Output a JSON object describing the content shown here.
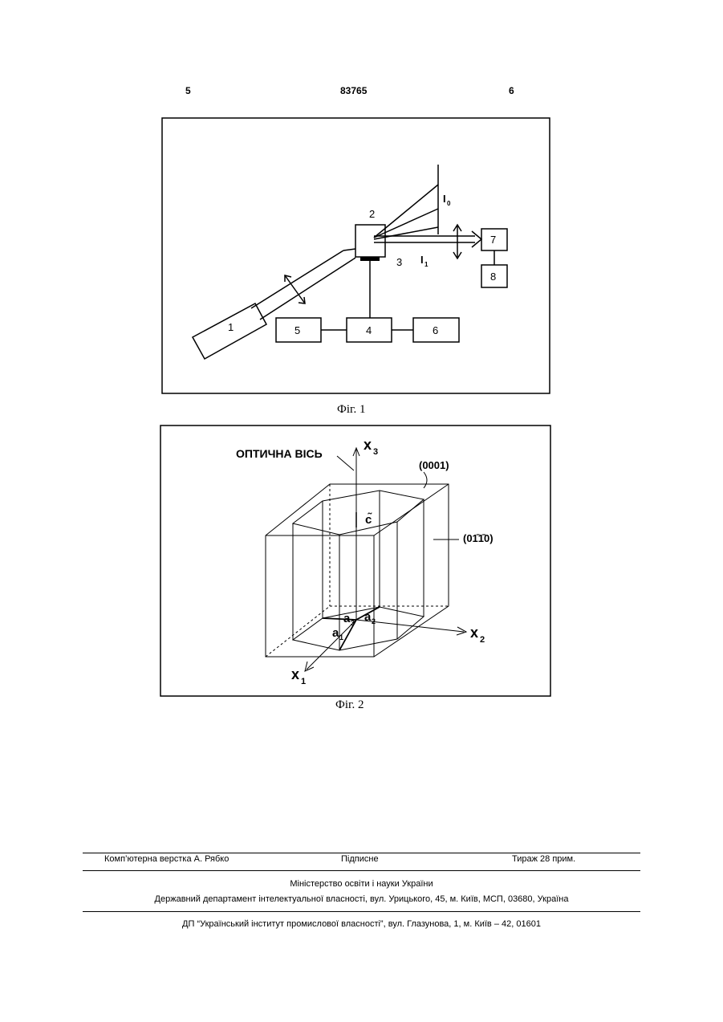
{
  "header": {
    "page_left": "5",
    "patent_number": "83765",
    "page_right": "6"
  },
  "figure1": {
    "caption": "Фіг. 1",
    "labels": {
      "b1": "1",
      "b2": "2",
      "b3": "3",
      "b4": "4",
      "b5": "5",
      "b6": "6",
      "b7": "7",
      "b8": "8",
      "i0": "I",
      "i0_sub": "0",
      "i1": "I",
      "i1_sub": "1"
    }
  },
  "figure2": {
    "caption": "Фіг. 2",
    "labels": {
      "optical_axis": "ОПТИЧНА ВІСЬ",
      "x3": "x",
      "x3_sub": "3",
      "x2": "x",
      "x2_sub": "2",
      "x1": "x",
      "x1_sub": "1",
      "plane_0001": "(0001)",
      "plane_0110": "(01̄1̄0)",
      "c": "c̃",
      "a1": "a",
      "a1_sub": "1",
      "a2": "a",
      "a2_sub": "2",
      "a3": "a",
      "a3_sub": "3"
    }
  },
  "footer": {
    "typesetting": "Комп’ютерна верстка А. Рябко",
    "signed": "Підписне",
    "circulation": "Тираж 28 прим.",
    "ministry": "Міністерство освіти і науки України",
    "department": "Державний департамент інтелектуальної власності, вул. Урицького, 45, м. Київ, МСП, 03680, Україна",
    "institute": "ДП “Український інститут промислової власності”, вул. Глазунова, 1, м. Київ – 42, 01601"
  }
}
